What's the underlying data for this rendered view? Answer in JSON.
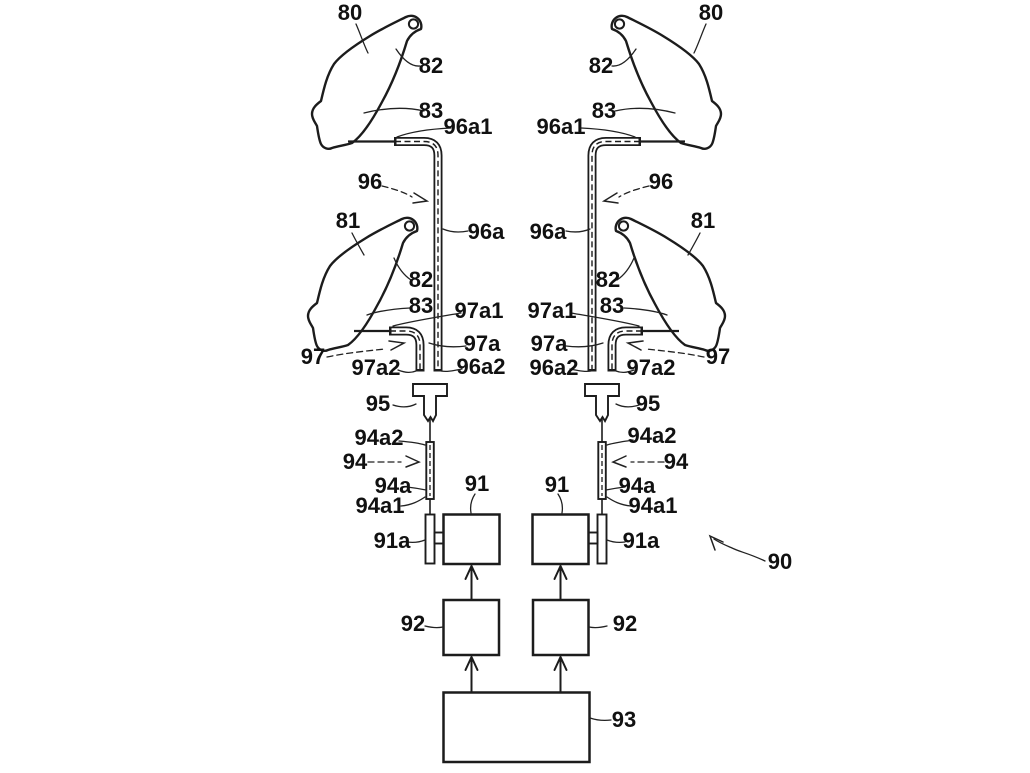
{
  "figure": {
    "type": "patent-line-drawing",
    "description": "Hydraulic brake operating system schematic with levers, hoses, connectors and control units",
    "background_color": "#ffffff",
    "line_color": "#1c1c1c",
    "reference_labels": {
      "ref_80": "80",
      "ref_81": "81",
      "ref_82": "82",
      "ref_83": "83",
      "ref_90": "90",
      "ref_91": "91",
      "ref_91a": "91a",
      "ref_92": "92",
      "ref_93": "93",
      "ref_94": "94",
      "ref_94a": "94a",
      "ref_94a1": "94a1",
      "ref_94a2": "94a2",
      "ref_95": "95",
      "ref_96": "96",
      "ref_96a": "96a",
      "ref_96a1": "96a1",
      "ref_96a2": "96a2",
      "ref_97": "97",
      "ref_97a": "97a",
      "ref_97a1": "97a1",
      "ref_97a2": "97a2"
    }
  }
}
